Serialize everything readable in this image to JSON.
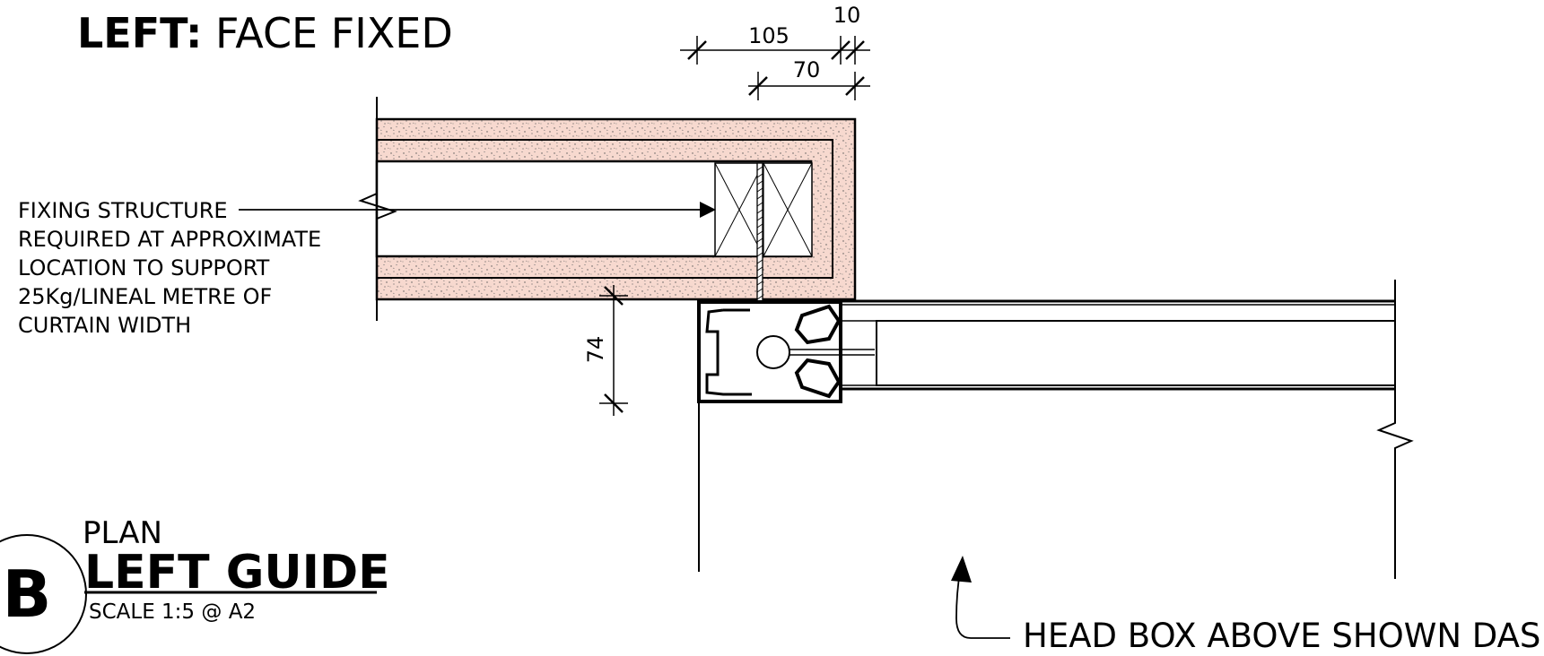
{
  "heading": {
    "bold": "LEFT:",
    "rest": " FACE FIXED"
  },
  "dimensions": {
    "d105": "105",
    "d10": "10",
    "d70": "70",
    "d74": "74"
  },
  "notes": {
    "fixing": [
      "FIXING STRUCTURE",
      "REQUIRED AT APPROXIMATE",
      "LOCATION TO SUPPORT",
      "25Kg/LINEAL METRE OF",
      "CURTAIN WIDTH"
    ],
    "headbox": "HEAD BOX ABOVE SHOWN DASHED"
  },
  "title_block": {
    "badge": "B",
    "kind": "PLAN",
    "name": "LEFT GUIDE",
    "scale": "SCALE 1:5 @ A2"
  },
  "colors": {
    "wall_fill": "#f7d9cf",
    "line": "#000000"
  }
}
